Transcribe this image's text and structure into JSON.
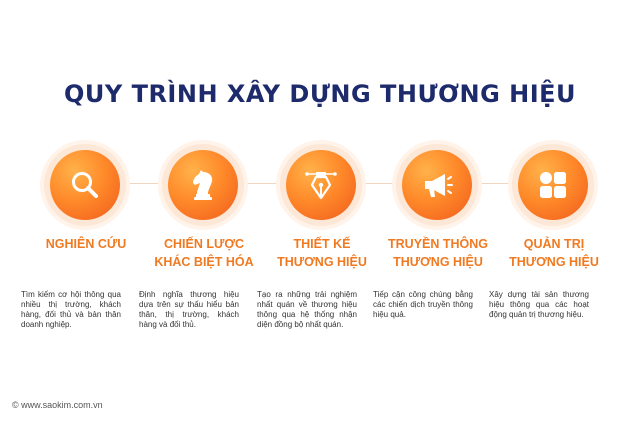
{
  "title": "QUY TRÌNH XÂY DỰNG THƯƠNG HIỆU",
  "steps": [
    {
      "icon": "search-icon",
      "label_lines": [
        "NGHIÊN CỨU"
      ],
      "description": "Tìm kiếm cơ hội thông qua nhiều thị trường, khách hàng, đối thủ và bản thân doanh nghiệp."
    },
    {
      "icon": "chess-knight-icon",
      "label_lines": [
        "CHIẾN LƯỢC",
        "KHÁC BIỆT HÓA"
      ],
      "description": "Định nghĩa thương hiệu dựa trên sự thấu hiểu bản thân, thị trường, khách hàng và đối thủ."
    },
    {
      "icon": "pen-tool-icon",
      "label_lines": [
        "THIẾT KẾ",
        "THƯƠNG HIỆU"
      ],
      "description": "Tạo ra những trải nghiệm nhất quán về thương hiệu thông qua hệ thống nhận diện đồng bộ nhất quán."
    },
    {
      "icon": "megaphone-icon",
      "label_lines": [
        "TRUYỀN THÔNG",
        "THƯƠNG HIỆU"
      ],
      "description": "Tiếp cận công chúng bằng các chiến dịch truyền thông hiệu quả."
    },
    {
      "icon": "shapes-grid-icon",
      "label_lines": [
        "QUẢN TRỊ",
        "THƯƠNG HIỆU"
      ],
      "description": "Xây dựng tài sản thương hiệu thông qua các hoạt động quản trị thương hiệu."
    }
  ],
  "footer": "© www.saokim.com.vn",
  "colors": {
    "title": "#1d2a6b",
    "accent": "#f07a22",
    "circle_light": "#ffb24a",
    "circle_dark": "#ef5a1c"
  }
}
